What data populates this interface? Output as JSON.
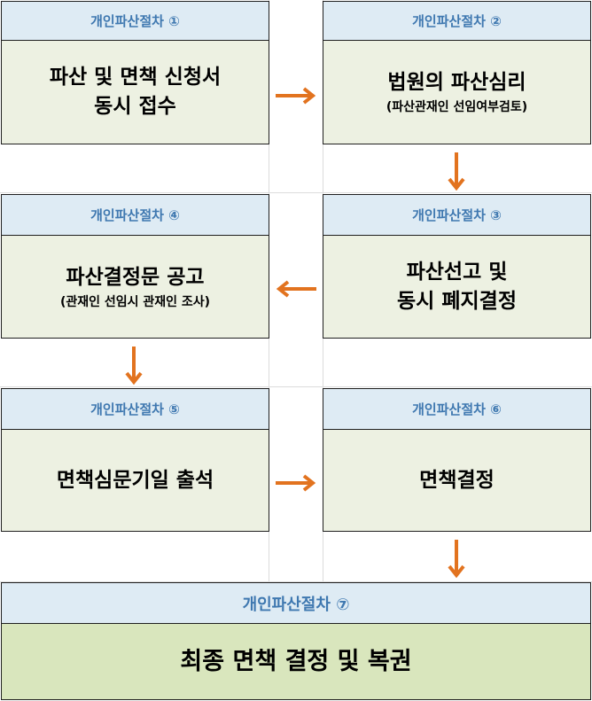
{
  "steps": [
    {
      "header": "개인파산절차 ①",
      "title": "파산 및 면책 신청서\n동시 접수",
      "subtitle": ""
    },
    {
      "header": "개인파산절차 ②",
      "title": "법원의 파산심리",
      "subtitle": "(파산관재인 선임여부검토)"
    },
    {
      "header": "개인파산절차 ③",
      "title": "파산선고 및\n동시 폐지결정",
      "subtitle": ""
    },
    {
      "header": "개인파산절차 ④",
      "title": "파산결정문 공고",
      "subtitle": "(관재인 선임시 관재인 조사)"
    },
    {
      "header": "개인파산절차 ⑤",
      "title": "면책심문기일 출석",
      "subtitle": ""
    },
    {
      "header": "개인파산절차 ⑥",
      "title": "면책결정",
      "subtitle": ""
    },
    {
      "header": "개인파산절차 ⑦",
      "title": "최종 면책 결정 및 복권",
      "subtitle": ""
    }
  ],
  "colors": {
    "header_bg": "#deebf4",
    "header_text": "#3f78b0",
    "box_bg": "#edf1e2",
    "final_box_bg": "#d9e6bd",
    "arrow": "#e2731f"
  }
}
